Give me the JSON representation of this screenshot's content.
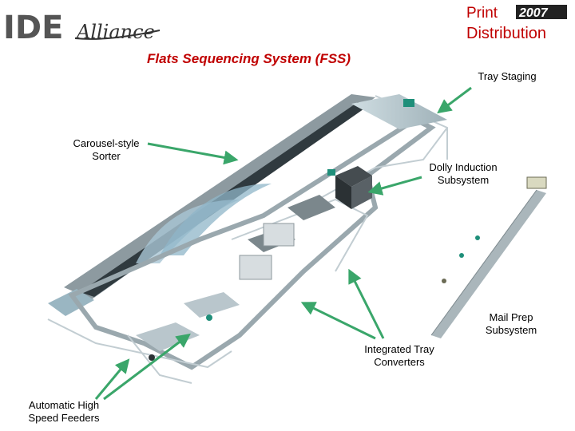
{
  "logos": {
    "left": {
      "text_1": "IDE",
      "text_2": "Alliance"
    },
    "right": {
      "text_1": "Print",
      "year": "2007",
      "text_2": "Distribution"
    }
  },
  "title": "Flats Sequencing System (FSS)",
  "labels": {
    "tray_staging": [
      "Tray Staging"
    ],
    "carousel": [
      "Carousel-style",
      "Sorter"
    ],
    "dolly": [
      "Dolly Induction",
      "Subsystem"
    ],
    "mail_prep": [
      "Mail Prep",
      "Subsystem"
    ],
    "tray_converters": [
      "Integrated Tray",
      "Converters"
    ],
    "feeders": [
      "Automatic High",
      "Speed Feeders"
    ]
  },
  "colors": {
    "title": "#c00000",
    "arrow": "#3aa66a",
    "conveyor": "#b9c6cc",
    "machine": "#6c7a80",
    "accent": "#1f8f7a"
  }
}
